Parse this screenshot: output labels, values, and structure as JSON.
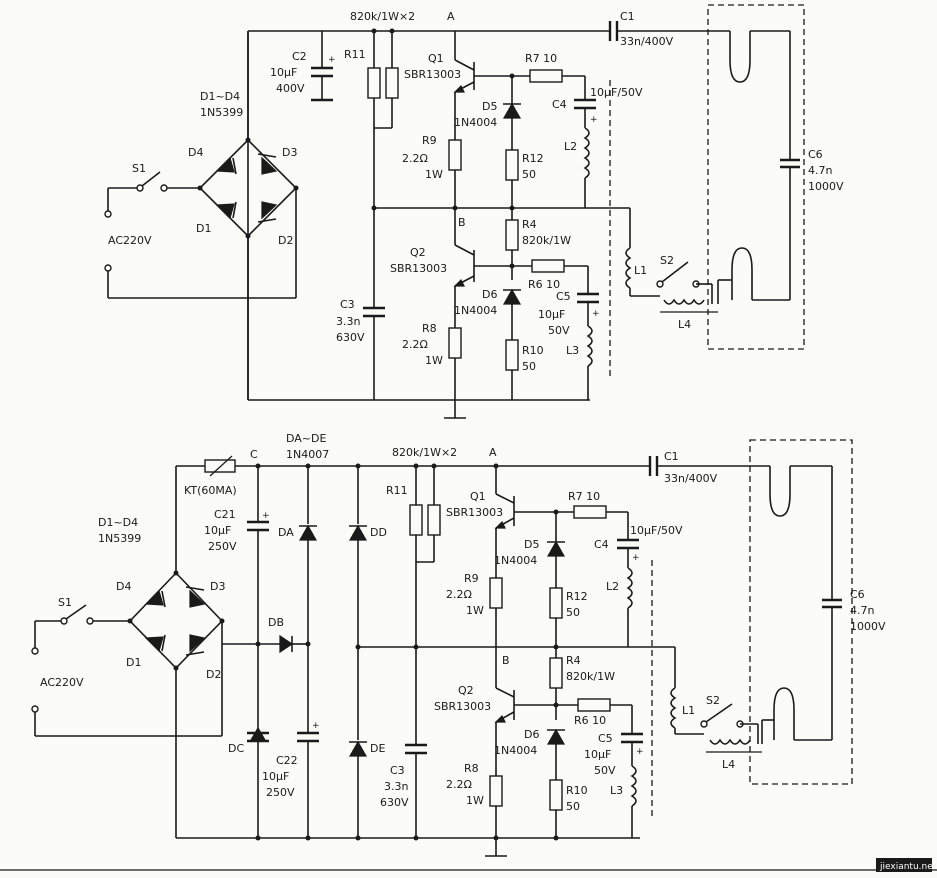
{
  "top": {
    "header": "820k/1W×2",
    "node_a": "A",
    "node_b": "B",
    "c1": [
      "C1",
      "33n/400V"
    ],
    "c2": [
      "C2",
      "10μF",
      "400V"
    ],
    "r11": "R11",
    "q1": [
      "Q1",
      "SBR13003"
    ],
    "r7": "R7  10",
    "c4": [
      "C4",
      "10μF/50V"
    ],
    "d5": [
      "D5",
      "1N4004"
    ],
    "l2": "L2",
    "r9": [
      "R9",
      "2.2Ω",
      "1W"
    ],
    "r12": [
      "R12",
      "50"
    ],
    "bridge": [
      "D1~D4",
      "1N5399"
    ],
    "d1": "D1",
    "d2": "D2",
    "d3": "D3",
    "d4": "D4",
    "s1": "S1",
    "ac": "AC220V",
    "r4": [
      "R4",
      "820k/1W"
    ],
    "q2": [
      "Q2",
      "SBR13003"
    ],
    "r6": "R6  10",
    "d6": [
      "D6",
      "1N4004"
    ],
    "c5": [
      "C5",
      "10μF",
      "50V"
    ],
    "l3": "L3",
    "c3": [
      "C3",
      "3.3n",
      "630V"
    ],
    "r8": [
      "R8",
      "2.2Ω",
      "1W"
    ],
    "r10": [
      "R10",
      "50"
    ],
    "l1": "L1",
    "s2": "S2",
    "l4": "L4",
    "c6": [
      "C6",
      "4.7n",
      "1000V"
    ]
  },
  "bottom": {
    "header": "820k/1W×2",
    "da_de": [
      "DA~DE",
      "1N4007"
    ],
    "node_c": "C",
    "node_a": "A",
    "node_b": "B",
    "kt": "KT(60MA)",
    "c1": [
      "C1",
      "33n/400V"
    ],
    "c21": [
      "C21",
      "10μF",
      "250V"
    ],
    "c22": [
      "C22",
      "10μF",
      "250V"
    ],
    "da": "DA",
    "db": "DB",
    "dc": "DC",
    "dd": "DD",
    "de": "DE",
    "r11": "R11",
    "q1": [
      "Q1",
      "SBR13003"
    ],
    "r7": "R7  10",
    "c4": [
      "C4",
      "10μF/50V"
    ],
    "d5": [
      "D5",
      "1N4004"
    ],
    "l2": "L2",
    "r9": [
      "R9",
      "2.2Ω",
      "1W"
    ],
    "r12": [
      "R12",
      "50"
    ],
    "bridge": [
      "D1~D4",
      "1N5399"
    ],
    "d1": "D1",
    "d2": "D2",
    "d3": "D3",
    "d4": "D4",
    "s1": "S1",
    "ac": "AC220V",
    "r4": [
      "R4",
      "820k/1W"
    ],
    "q2": [
      "Q2",
      "SBR13003"
    ],
    "r6": "R6  10",
    "d6": [
      "D6",
      "1N4004"
    ],
    "c5": [
      "C5",
      "10μF",
      "50V"
    ],
    "l3": "L3",
    "c3": [
      "C3",
      "3.3n",
      "630V"
    ],
    "r8": [
      "R8",
      "2.2Ω",
      "1W"
    ],
    "r10": [
      "R10",
      "50"
    ],
    "l1": "L1",
    "s2": "S2",
    "l4": "L4",
    "c6": [
      "C6",
      "4.7n",
      "1000V"
    ]
  },
  "watermark": "jiexiantu.net"
}
